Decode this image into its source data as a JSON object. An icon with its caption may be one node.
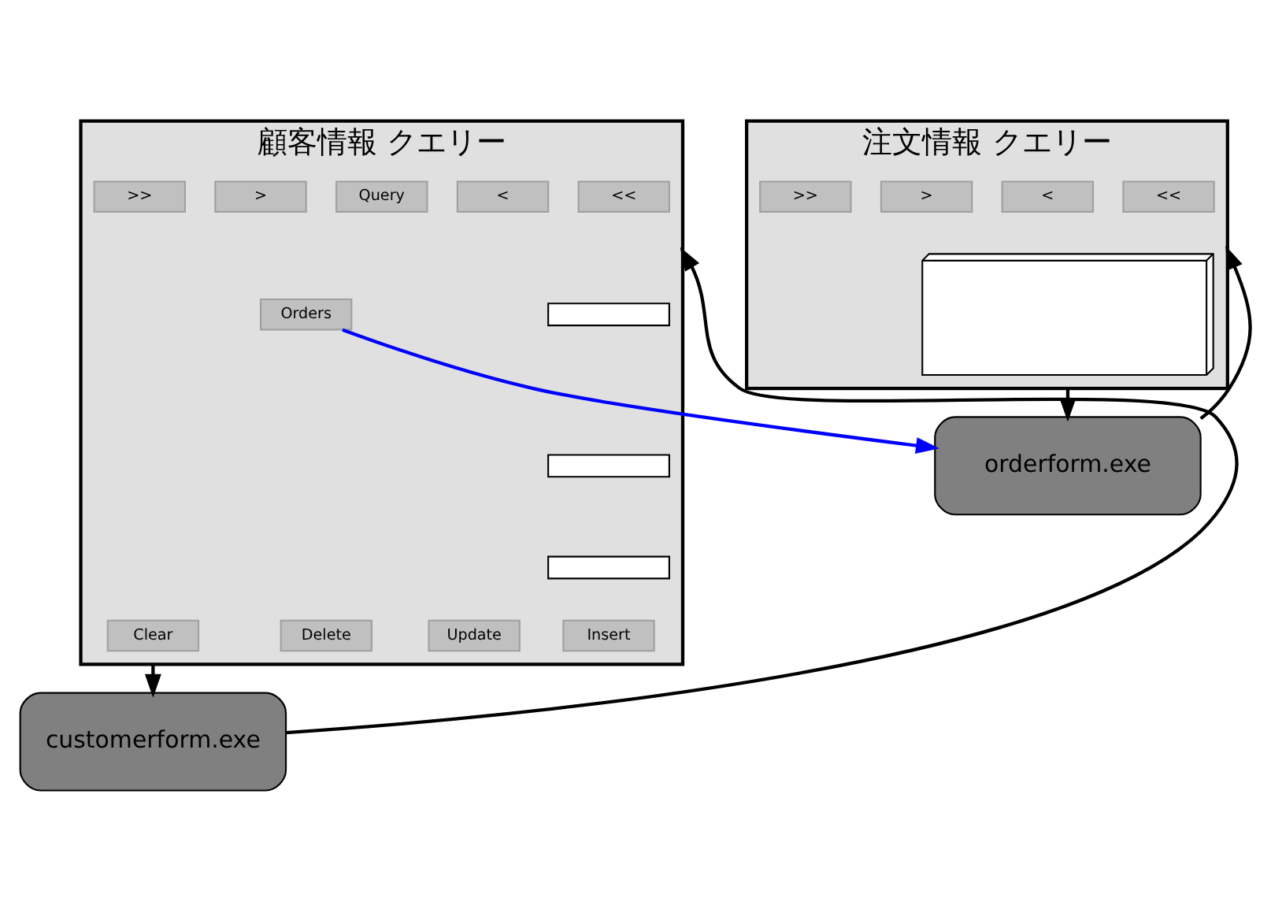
{
  "diagram": {
    "nodes": [
      {
        "text": [
          "顧客情報 クエリー"
        ]
      },
      {
        "text": [
          "<<"
        ],
        "in": 0
      },
      {
        "text": [
          "<"
        ],
        "in": 0
      },
      {
        "text": [
          "Query"
        ],
        "in": 0
      },
      {
        "text": [
          ">"
        ],
        "in": 0
      },
      {
        "text": [
          ">>"
        ],
        "in": 0
      },
      {
        "text": [],
        "shape": "box",
        "in": 0
      },
      {
        "text": [],
        "shape": "box",
        "in": 0
      },
      {
        "text": [],
        "shape": "box",
        "in": 0
      },
      {
        "text": [
          "Orders"
        ],
        "in": 0
      },
      {
        "text": [
          "Insert"
        ],
        "in": 0
      },
      {
        "text": [
          "Update"
        ],
        "in": 0
      },
      {
        "text": [
          "Delete"
        ],
        "in": 0
      },
      {
        "text": [
          "Clear"
        ],
        "in": 0
      },
      {
        "text": [
          "customerform.exe"
        ]
      },
      {
        "text": [
          "注文情報 クエリー"
        ]
      },
      {
        "text": [
          "<<"
        ],
        "in": 15
      },
      {
        "text": [
          "<"
        ],
        "in": 15
      },
      {
        "text": [
          ">"
        ],
        "in": 15
      },
      {
        "text": [
          ">>"
        ],
        "in": 15
      },
      {
        "text": [],
        "shape": "picture",
        "in": 15
      },
      {
        "text": [
          "orderform.exe"
        ]
      }
    ],
    "edges": [
      {
        "from": 0,
        "to": 14,
        "arrow": "to"
      },
      {
        "from": 14,
        "to": 0,
        "arrow": "to"
      },
      {
        "from": 15,
        "to": 21,
        "arrow": "to"
      },
      {
        "from": 21,
        "to": 15,
        "arrow": "to"
      },
      {
        "from": 9,
        "to": 21,
        "arrow": "to",
        "color": "#0000ff"
      }
    ]
  }
}
